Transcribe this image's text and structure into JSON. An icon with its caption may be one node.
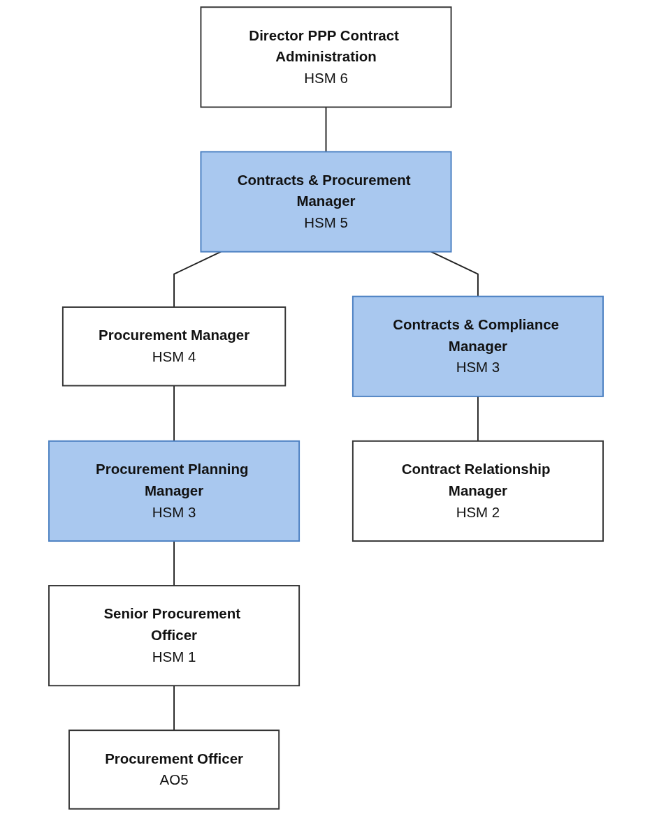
{
  "diagram": {
    "nodes": [
      {
        "text": [
          "Director PPP Contract Administration",
          "HSM 6"
        ]
      },
      {
        "text": [
          "Contracts & Procurement Manager",
          "HSM 5"
        ]
      },
      {
        "text": [
          "Procurement Manager",
          "HSM 4"
        ]
      },
      {
        "text": [
          "Contracts & Compliance Manager",
          "HSM 3"
        ]
      },
      {
        "text": [
          "Procurement Planning Manager",
          "HSM 3"
        ]
      },
      {
        "text": [
          "Contract Relationship Manager",
          "HSM 2"
        ]
      },
      {
        "text": [
          "Senior Procurement Officer",
          "HSM 1"
        ]
      },
      {
        "text": [
          "Procurement Officer",
          "AO5"
        ]
      }
    ],
    "edges": [
      {
        "from": 0,
        "to": 1,
        "arrow": "none"
      },
      {
        "from": 1,
        "to": 2,
        "arrow": "none"
      },
      {
        "from": 1,
        "to": 3,
        "arrow": "none"
      },
      {
        "from": 2,
        "to": 4,
        "arrow": "none"
      },
      {
        "from": 3,
        "to": 5,
        "arrow": "none"
      },
      {
        "from": 4,
        "to": 6,
        "arrow": "none"
      },
      {
        "from": 6,
        "to": 7,
        "arrow": "none"
      }
    ]
  }
}
